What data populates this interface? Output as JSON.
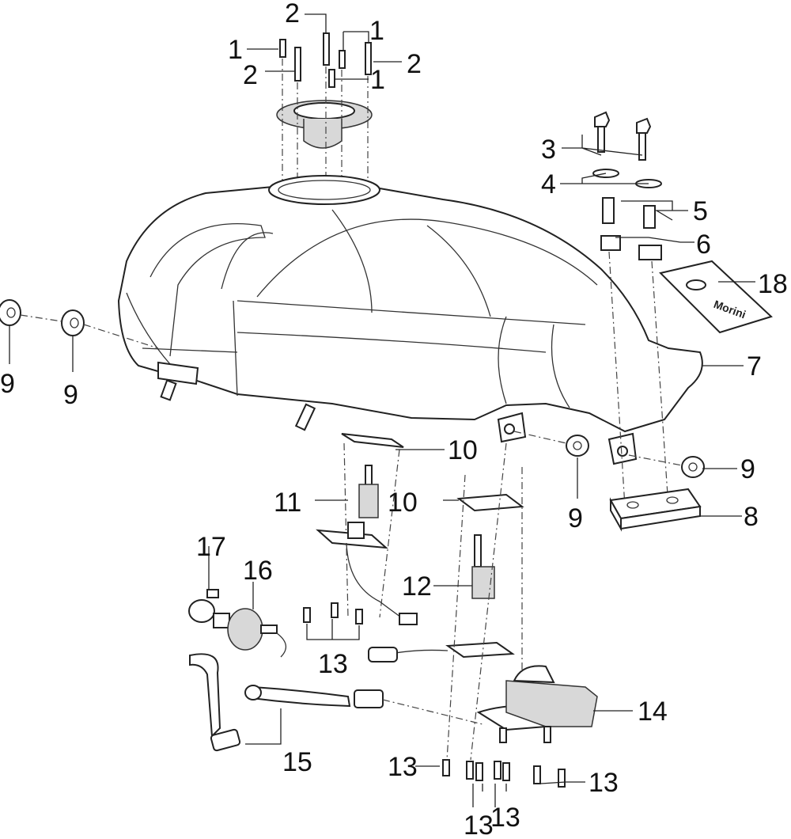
{
  "callouts": {
    "c1a": "1",
    "c1b": "1",
    "c1c": "1",
    "c2a": "2",
    "c2b": "2",
    "c2c": "2",
    "c3": "3",
    "c4": "4",
    "c5": "5",
    "c6": "6",
    "c7": "7",
    "c8": "8",
    "c9a": "9",
    "c9b": "9",
    "c9c": "9",
    "c9d": "9",
    "c10a": "10",
    "c10b": "10",
    "c11": "11",
    "c12": "12",
    "c13a": "13",
    "c13b": "13",
    "c13c": "13",
    "c13d": "13",
    "c13e": "13",
    "c14": "14",
    "c15": "15",
    "c16": "16",
    "c17": "17",
    "c18": "18"
  },
  "decal_text": "Morini",
  "colors": {
    "line": "#222222",
    "background": "#ffffff"
  }
}
